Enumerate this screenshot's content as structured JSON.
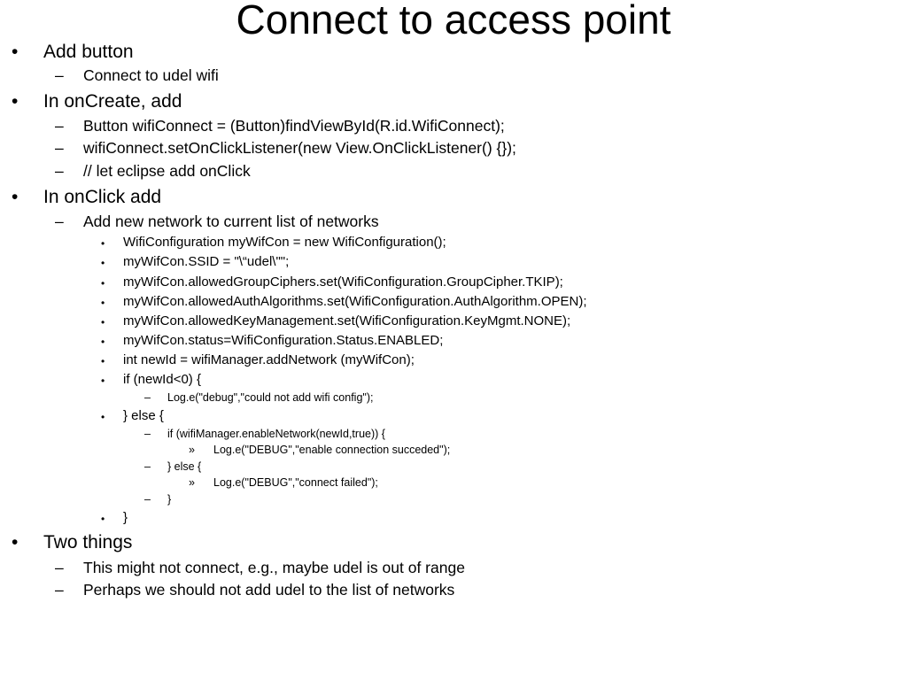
{
  "slide": {
    "title": "Connect to access point",
    "bullet_symbols": {
      "level1": "•",
      "level2": "–",
      "level3": "•",
      "level4": "–",
      "level5": "»"
    },
    "lines": [
      {
        "level": 1,
        "text": "Add button"
      },
      {
        "level": 2,
        "text": "Connect to udel wifi"
      },
      {
        "level": 1,
        "text": "In onCreate, add"
      },
      {
        "level": 2,
        "text": "Button wifiConnect = (Button)findViewById(R.id.WifiConnect);"
      },
      {
        "level": 2,
        "text": "wifiConnect.setOnClickListener(new View.OnClickListener() {});"
      },
      {
        "level": 2,
        "text": "// let eclipse add onClick"
      },
      {
        "level": 1,
        "text": "In onClick add"
      },
      {
        "level": 2,
        "text": "Add new network to current list of networks"
      },
      {
        "level": 3,
        "text": "WifiConfiguration myWifCon = new WifiConfiguration();"
      },
      {
        "level": 3,
        "text": "myWifCon.SSID = \"\\“udel\\\"\";"
      },
      {
        "level": 3,
        "text": "myWifCon.allowedGroupCiphers.set(WifiConfiguration.GroupCipher.TKIP);"
      },
      {
        "level": 3,
        "text": "myWifCon.allowedAuthAlgorithms.set(WifiConfiguration.AuthAlgorithm.OPEN);"
      },
      {
        "level": 3,
        "text": "myWifCon.allowedKeyManagement.set(WifiConfiguration.KeyMgmt.NONE);"
      },
      {
        "level": 3,
        "text": "myWifCon.status=WifiConfiguration.Status.ENABLED;"
      },
      {
        "level": 3,
        "text": "int newId = wifiManager.addNetwork (myWifCon);"
      },
      {
        "level": 3,
        "text": "if (newId<0) {"
      },
      {
        "level": 4,
        "text": "Log.e(\"debug\",\"could not add wifi config\");"
      },
      {
        "level": 3,
        "text": "} else {"
      },
      {
        "level": 4,
        "text": "if (wifiManager.enableNetwork(newId,true)) {"
      },
      {
        "level": 5,
        "text": "Log.e(\"DEBUG\",\"enable connection succeded\");"
      },
      {
        "level": 4,
        "text": "} else {"
      },
      {
        "level": 5,
        "text": "Log.e(\"DEBUG\",\"connect failed\");"
      },
      {
        "level": 4,
        "text": "}"
      },
      {
        "level": 3,
        "text": "}"
      },
      {
        "level": 1,
        "text": "Two things"
      },
      {
        "level": 2,
        "text": "This might not connect, e.g., maybe udel is out of range"
      },
      {
        "level": 2,
        "text": "Perhaps we should not add udel to the list of networks"
      }
    ]
  }
}
